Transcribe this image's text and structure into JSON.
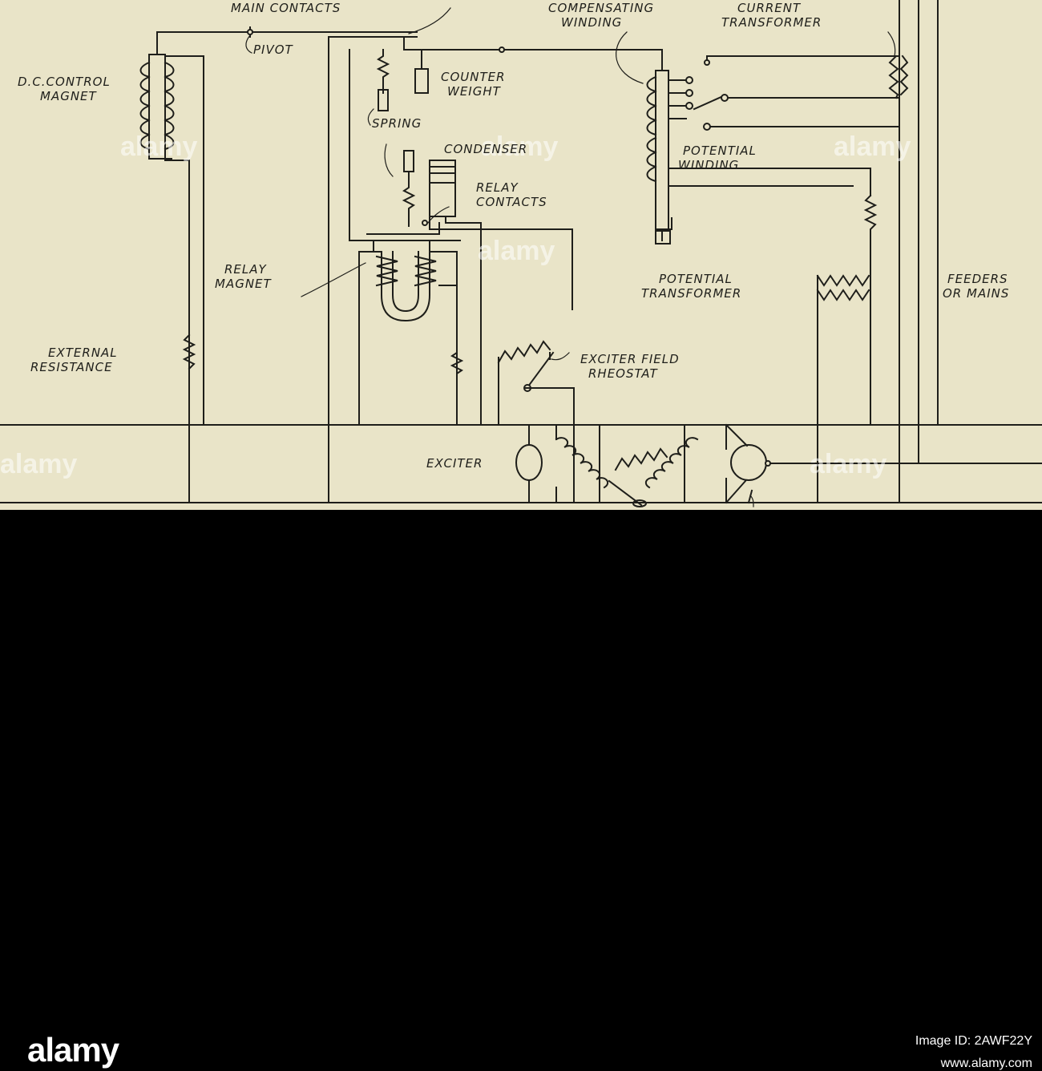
{
  "labels": {
    "main_contacts": "MAIN CONTACTS",
    "pivot": "PIVOT",
    "dc_control_magnet_1": "D.C.CONTROL",
    "dc_control_magnet_2": "MAGNET",
    "counter_weight_1": "COUNTER",
    "counter_weight_2": "WEIGHT",
    "spring": "SPRING",
    "condenser": "CONDENSER",
    "relay_contacts_1": "RELAY",
    "relay_contacts_2": "CONTACTS",
    "relay_magnet_1": "RELAY",
    "relay_magnet_2": "MAGNET",
    "compensating_winding_1": "COMPENSATING",
    "compensating_winding_2": "WINDING",
    "current_transformer_1": "CURRENT",
    "current_transformer_2": "TRANSFORMER",
    "potential_winding_1": "POTENTIAL",
    "potential_winding_2": "WINDING",
    "potential_transformer_1": "POTENTIAL",
    "potential_transformer_2": "TRANSFORMER",
    "feeders_or_mains_1": "FEEDERS",
    "feeders_or_mains_2": "OR MAINS",
    "external_resistance_1": "EXTERNAL",
    "external_resistance_2": "RESISTANCE",
    "exciter_field_rheostat_1": "EXCITER FIELD",
    "exciter_field_rheostat_2": "RHEOSTAT",
    "exciter": "EXCITER"
  },
  "watermark": "alamy",
  "footer": {
    "logo": "alamy",
    "image_id": "Image ID: 2AWF22Y",
    "site": "www.alamy.com"
  },
  "colors": {
    "paper": "#e9e4c8",
    "ink": "#1e1e1a",
    "footer": "#000000"
  }
}
